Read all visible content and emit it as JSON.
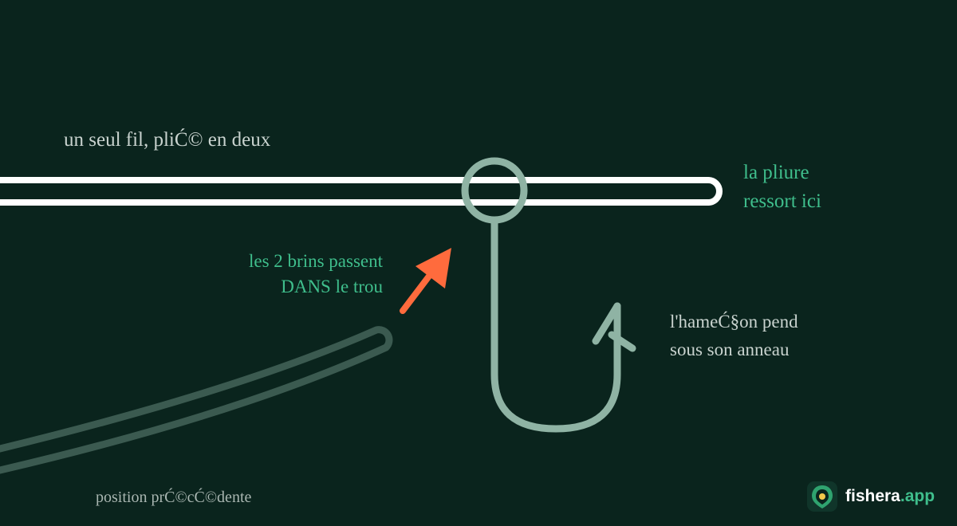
{
  "labels": {
    "top": "un seul fil, pliĆ© en deux",
    "fold": [
      "la pliure",
      "ressort ici"
    ],
    "strands": [
      "les 2 brins passent",
      "DANS le trou"
    ],
    "hook": [
      "l'hameĆ§on pend",
      "sous son anneau"
    ],
    "previous": "position prĆ©cĆ©dente"
  },
  "brand": {
    "name": "fishera",
    "suffix": ".app",
    "logo_icon": "fish-hook-logo-icon"
  },
  "colors": {
    "background": "#0a241d",
    "line": "#ffffff",
    "hook": "#8fb3a4",
    "ghost_line": "#3b5a50",
    "arrow": "#ff6b3d",
    "accent_text": "#3fbe8c",
    "plain_text": "#c9d3cf",
    "brand_name": "#ffffff",
    "brand_suffix": "#3fbe8c"
  }
}
